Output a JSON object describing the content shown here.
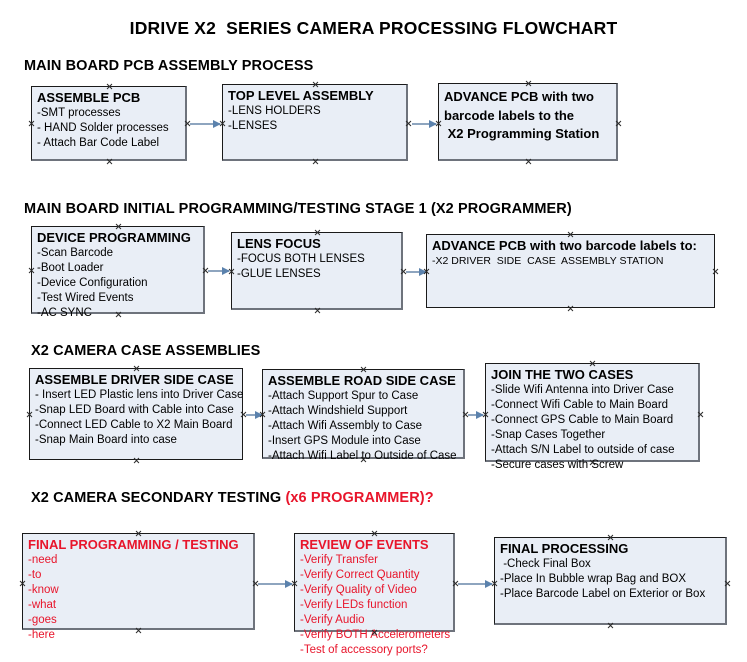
{
  "title": "IDRIVE X2  SERIES CAMERA PROCESSING FLOWCHART",
  "sections": [
    {
      "heading": "MAIN BOARD PCB ASSEMBLY PROCESS",
      "heading_accent": "",
      "boxes": [
        {
          "title": "ASSEMBLE PCB",
          "lines": [
            "-SMT processes",
            "- HAND Solder processes",
            "- Attach Bar Code Label"
          ]
        },
        {
          "title": "TOP LEVEL ASSEMBLY",
          "lines": [
            "-LENS HOLDERS",
            "-LENSES"
          ]
        },
        {
          "title": "ADVANCE PCB with two\nbarcode labels to the\n X2 Programming Station",
          "lines": []
        }
      ]
    },
    {
      "heading": "MAIN BOARD INITIAL PROGRAMMING/TESTING STAGE 1 (X2 PROGRAMMER)",
      "heading_accent": "",
      "boxes": [
        {
          "title": "DEVICE PROGRAMMING",
          "lines": [
            "-Scan Barcode",
            "-Boot Loader",
            "-Device Configuration",
            "-Test Wired Events",
            "-AC SYNC"
          ]
        },
        {
          "title": "LENS FOCUS",
          "lines": [
            "-FOCUS BOTH LENSES",
            "-GLUE LENSES"
          ]
        },
        {
          "title": "ADVANCE PCB with two barcode labels to:",
          "lines": [
            "-X2 DRIVER  SIDE  CASE  ASSEMBLY STATION"
          ]
        }
      ]
    },
    {
      "heading": "X2 CAMERA CASE ASSEMBLIES",
      "heading_accent": "",
      "boxes": [
        {
          "title": "ASSEMBLE DRIVER SIDE CASE",
          "lines": [
            "- Insert LED Plastic lens into Driver Case",
            "-Snap LED Board with Cable into Case",
            "-Connect LED Cable to X2 Main Board",
            "-Snap Main Board into case"
          ]
        },
        {
          "title": "ASSEMBLE ROAD SIDE CASE",
          "lines": [
            "-Attach Support Spur to Case",
            "-Attach Windshield Support",
            "-Attach Wifi Assembly to Case",
            "-Insert GPS Module into Case",
            "-Attach Wifi Label to Outside of Case"
          ]
        },
        {
          "title": "JOIN THE TWO CASES",
          "lines": [
            "-Slide Wifi Antenna into Driver Case",
            "-Connect Wifi Cable to Main Board",
            "-Connect GPS Cable to Main Board",
            "-Snap Cases Together",
            "-Attach S/N Label to outside of case",
            "-Secure cases with Screw"
          ]
        }
      ]
    },
    {
      "heading": "X2 CAMERA SECONDARY TESTING ",
      "heading_accent": "(x6 PROGRAMMER)?",
      "boxes": [
        {
          "title": "FINAL PROGRAMMING / TESTING",
          "lines": [
            "-need",
            "-to",
            "-know",
            "-what",
            "-goes",
            "-here"
          ]
        },
        {
          "title": "REVIEW OF EVENTS",
          "lines": [
            "-Verify Transfer",
            "-Verify Correct Quantity",
            "-Verify Quality of Video",
            "-Verify LEDs function",
            "-Verify Audio",
            "-Verify BOTH Accelerometers",
            "-Test of accessory ports?"
          ]
        },
        {
          "title": "FINAL PROCESSING",
          "lines": [
            " -Check Final Box",
            "-Place In Bubble wrap Bag and BOX",
            "-Place Barcode Label on Exterior or Box"
          ]
        }
      ]
    }
  ],
  "colors": {
    "box_fill": "#e9eef6",
    "box_border": "#1a1a1a",
    "box_shadow_border": "#6e737c",
    "arrow": "#8ea5bf",
    "arrow_head": "#5b82ad",
    "accent_red": "#e8152b",
    "text": "#000000",
    "background": "#ffffff"
  }
}
